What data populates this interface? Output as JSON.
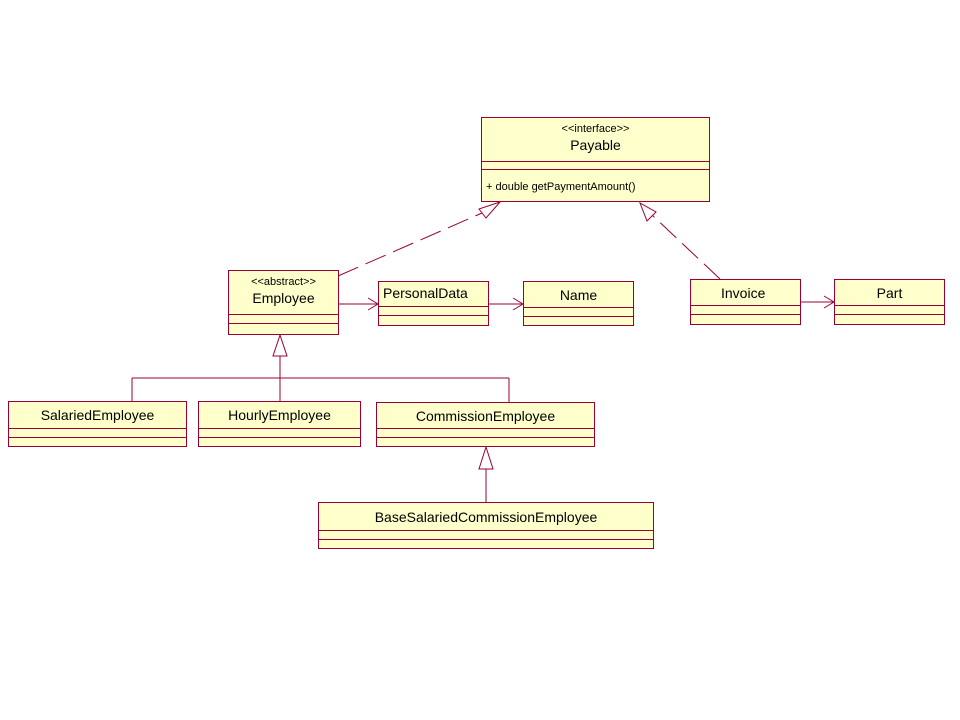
{
  "colors": {
    "class_fill": "#ffffcc",
    "class_border": "#990033",
    "connector": "#990033"
  },
  "classes": {
    "payable": {
      "stereotype": "<<interface>>",
      "name": "Payable",
      "operations": [
        "+ double getPaymentAmount()"
      ]
    },
    "employee": {
      "stereotype": "<<abstract>>",
      "name": "Employee"
    },
    "personal_data": {
      "name": "PersonalData"
    },
    "name_class": {
      "name": "Name"
    },
    "invoice": {
      "name": "Invoice"
    },
    "part": {
      "name": "Part"
    },
    "salaried_employee": {
      "name": "SalariedEmployee"
    },
    "hourly_employee": {
      "name": "HourlyEmployee"
    },
    "commission_employee": {
      "name": "CommissionEmployee"
    },
    "base_salaried_commission_employee": {
      "name": "BaseSalariedCommissionEmployee"
    }
  },
  "relationships": [
    {
      "type": "realization",
      "from": "Employee",
      "to": "Payable"
    },
    {
      "type": "realization",
      "from": "Invoice",
      "to": "Payable"
    },
    {
      "type": "association",
      "from": "Employee",
      "to": "PersonalData"
    },
    {
      "type": "association",
      "from": "PersonalData",
      "to": "Name"
    },
    {
      "type": "association",
      "from": "Invoice",
      "to": "Part"
    },
    {
      "type": "generalization",
      "from": "SalariedEmployee",
      "to": "Employee"
    },
    {
      "type": "generalization",
      "from": "HourlyEmployee",
      "to": "Employee"
    },
    {
      "type": "generalization",
      "from": "CommissionEmployee",
      "to": "Employee"
    },
    {
      "type": "generalization",
      "from": "BaseSalariedCommissionEmployee",
      "to": "CommissionEmployee"
    }
  ]
}
